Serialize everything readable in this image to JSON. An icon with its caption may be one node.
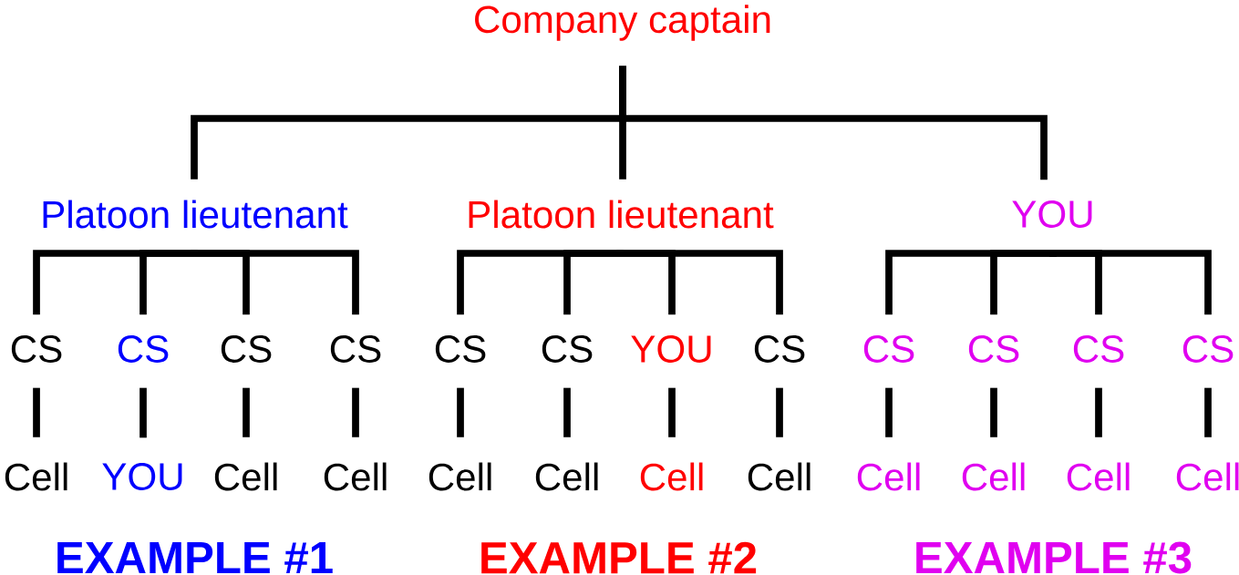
{
  "diagram": {
    "nodes": [
      {
        "text": [
          "Company captain"
        ]
      },
      {
        "text": [
          "Platoon lieutenant"
        ]
      },
      {
        "text": [
          "Platoon lieutenant"
        ]
      },
      {
        "text": [
          "YOU"
        ]
      },
      {
        "text": [
          "CS"
        ]
      },
      {
        "text": [
          "CS"
        ]
      },
      {
        "text": [
          "CS"
        ]
      },
      {
        "text": [
          "CS"
        ]
      },
      {
        "text": [
          "CS"
        ]
      },
      {
        "text": [
          "CS"
        ]
      },
      {
        "text": [
          "YOU"
        ]
      },
      {
        "text": [
          "CS"
        ]
      },
      {
        "text": [
          "CS"
        ]
      },
      {
        "text": [
          "CS"
        ]
      },
      {
        "text": [
          "CS"
        ]
      },
      {
        "text": [
          "CS"
        ]
      },
      {
        "text": [
          "Cell"
        ]
      },
      {
        "text": [
          "YOU"
        ]
      },
      {
        "text": [
          "Cell"
        ]
      },
      {
        "text": [
          "Cell"
        ]
      },
      {
        "text": [
          "Cell"
        ]
      },
      {
        "text": [
          "Cell"
        ]
      },
      {
        "text": [
          "Cell"
        ]
      },
      {
        "text": [
          "Cell"
        ]
      },
      {
        "text": [
          "Cell"
        ]
      },
      {
        "text": [
          "Cell"
        ]
      },
      {
        "text": [
          "Cell"
        ]
      },
      {
        "text": [
          "Cell"
        ]
      }
    ],
    "edges": [
      {
        "from": 0,
        "to": 1,
        "arrow": "none"
      },
      {
        "from": 0,
        "to": 2,
        "arrow": "none"
      },
      {
        "from": 0,
        "to": 3,
        "arrow": "none"
      },
      {
        "from": 1,
        "to": 4,
        "arrow": "none"
      },
      {
        "from": 1,
        "to": 5,
        "arrow": "none"
      },
      {
        "from": 1,
        "to": 6,
        "arrow": "none"
      },
      {
        "from": 1,
        "to": 7,
        "arrow": "none"
      },
      {
        "from": 2,
        "to": 8,
        "arrow": "none"
      },
      {
        "from": 2,
        "to": 9,
        "arrow": "none"
      },
      {
        "from": 2,
        "to": 10,
        "arrow": "none"
      },
      {
        "from": 2,
        "to": 11,
        "arrow": "none"
      },
      {
        "from": 3,
        "to": 12,
        "arrow": "none"
      },
      {
        "from": 3,
        "to": 13,
        "arrow": "none"
      },
      {
        "from": 3,
        "to": 14,
        "arrow": "none"
      },
      {
        "from": 3,
        "to": 15,
        "arrow": "none"
      },
      {
        "from": 4,
        "to": 16,
        "arrow": "none"
      },
      {
        "from": 5,
        "to": 17,
        "arrow": "none"
      },
      {
        "from": 6,
        "to": 18,
        "arrow": "none"
      },
      {
        "from": 7,
        "to": 19,
        "arrow": "none"
      },
      {
        "from": 8,
        "to": 20,
        "arrow": "none"
      },
      {
        "from": 9,
        "to": 21,
        "arrow": "none"
      },
      {
        "from": 10,
        "to": 22,
        "arrow": "none"
      },
      {
        "from": 11,
        "to": 23,
        "arrow": "none"
      },
      {
        "from": 12,
        "to": 24,
        "arrow": "none"
      },
      {
        "from": 13,
        "to": 25,
        "arrow": "none"
      },
      {
        "from": 14,
        "to": 26,
        "arrow": "none"
      },
      {
        "from": 15,
        "to": 27,
        "arrow": "none"
      }
    ],
    "labels": [
      "EXAMPLE #1",
      "EXAMPLE #2",
      "EXAMPLE #3"
    ]
  }
}
